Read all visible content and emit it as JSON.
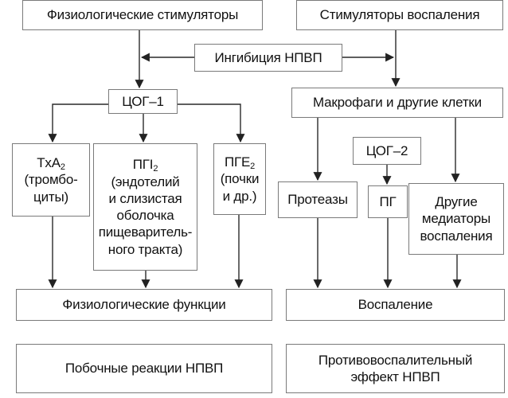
{
  "nodes": {
    "phys_stimulators": "Физиологические стимуляторы",
    "infl_stimulators": "Стимуляторы воспаления",
    "nsaid_inhibition": "Ингибиция НПВП",
    "cox1": "ЦОГ–1",
    "macrophages": "Макрофаги и другие клетки",
    "txa2_main": "TxA",
    "txa2_sub": "2",
    "txa2_rest": "(тромбо-\nциты)",
    "pgi2_main": "ПГI",
    "pgi2_sub": "2",
    "pgi2_rest": "(эндотелий\nи слизистая\nоболочка\nпищеваритель-\nного тракта)",
    "pge2_main": "ПГЕ",
    "pge2_sub": "2",
    "pge2_rest": "(почки\nи др.)",
    "cox2": "ЦОГ–2",
    "proteases": "Протеазы",
    "pg": "ПГ",
    "other_mediators": "Другие\nмедиаторы\nвоспаления",
    "phys_functions": "Физиологические функции",
    "inflammation": "Воспаление",
    "side_effects": "Побочные реакции НПВП",
    "anti_inflammatory": "Противовоспалительный\nэффект НПВП"
  },
  "colors": {
    "line": "#2a2a2a",
    "border": "#7a7a7a",
    "text": "#111111"
  }
}
